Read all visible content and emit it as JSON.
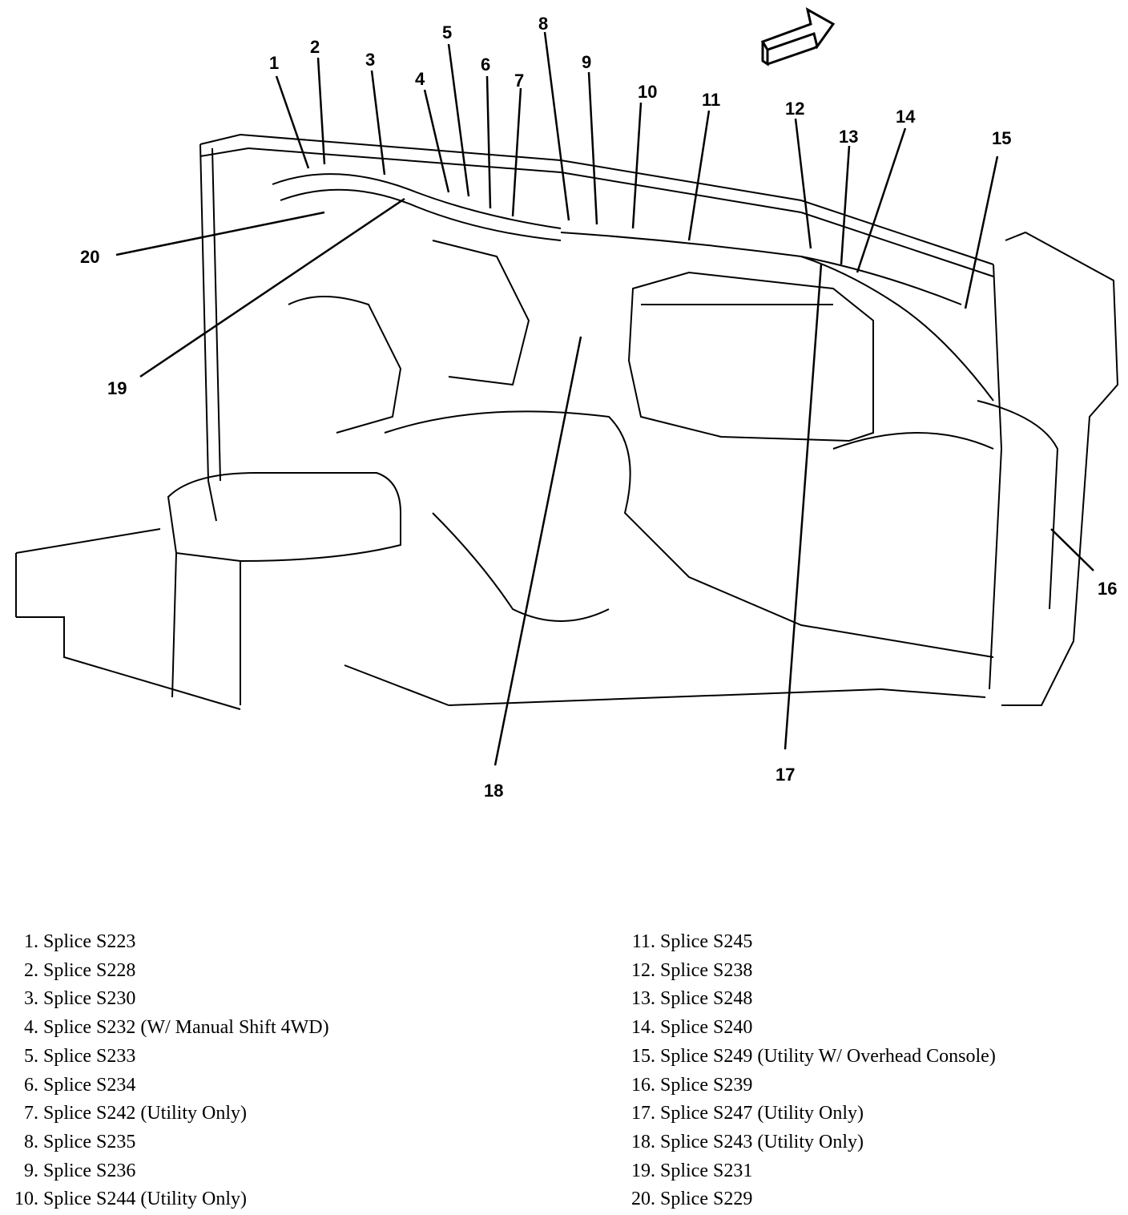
{
  "callouts": [
    "1",
    "2",
    "3",
    "4",
    "5",
    "6",
    "7",
    "8",
    "9",
    "10",
    "11",
    "12",
    "13",
    "14",
    "15",
    "16",
    "17",
    "18",
    "19",
    "20"
  ],
  "legend": [
    {
      "num": "1.",
      "text": "Splice S223"
    },
    {
      "num": "2.",
      "text": "Splice S228"
    },
    {
      "num": "3.",
      "text": "Splice S230"
    },
    {
      "num": "4.",
      "text": "Splice S232 (W/ Manual Shift 4WD)"
    },
    {
      "num": "5.",
      "text": "Splice S233"
    },
    {
      "num": "6.",
      "text": "Splice S234"
    },
    {
      "num": "7.",
      "text": "Splice S242 (Utility Only)"
    },
    {
      "num": "8.",
      "text": "Splice S235"
    },
    {
      "num": "9.",
      "text": "Splice S236"
    },
    {
      "num": "10.",
      "text": "Splice S244 (Utility Only)"
    },
    {
      "num": "11.",
      "text": "Splice S245"
    },
    {
      "num": "12.",
      "text": "Splice S238"
    },
    {
      "num": "13.",
      "text": "Splice S248"
    },
    {
      "num": "14.",
      "text": "Splice S240"
    },
    {
      "num": "15.",
      "text": "Splice S249 (Utility W/ Overhead Console)"
    },
    {
      "num": "16.",
      "text": "Splice S239"
    },
    {
      "num": "17.",
      "text": "Splice S247 (Utility Only)"
    },
    {
      "num": "18.",
      "text": "Splice S243 (Utility Only)"
    },
    {
      "num": "19.",
      "text": "Splice S231"
    },
    {
      "num": "20.",
      "text": "Splice S229"
    }
  ]
}
